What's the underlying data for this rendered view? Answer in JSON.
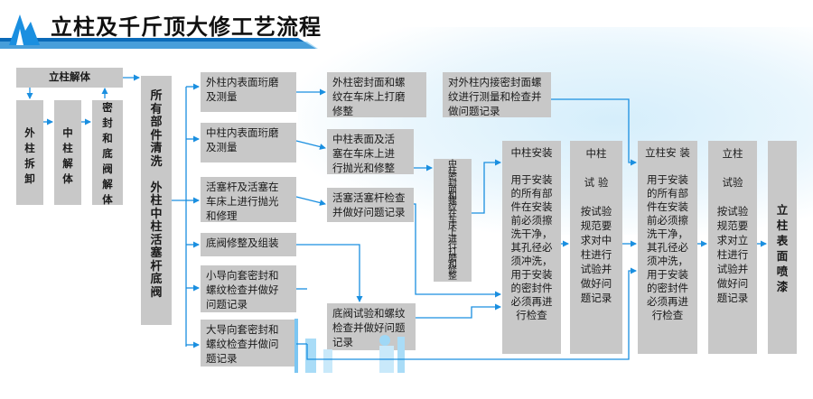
{
  "title": "立柱及千斤顶大修工艺流程",
  "boxes": {
    "lizhu_jieti": "立柱解体",
    "waizhu_chaixie": "外\n柱\n拆\n卸",
    "zhongzhu_jieti": "中\n柱\n解\n体",
    "mifeng_difa": "密\n封\n和\n底\n阀\n解\n体",
    "qingxi_group": "所\n有\n部\n件\n清\n洗\n\n外\n柱\n中\n柱\n活\n塞\n杆\n底\n阀",
    "waizhu_neibiaomian": "外柱内表面珩磨\n及测量",
    "zhongzhu_neibiaomian": "中柱内表面珩磨\n及测量",
    "huosaigan": "活塞杆及活塞在\n车床上进行抛光\n和修理",
    "difa_xiuzheng": "底阀修整及组装",
    "xiaodaoxiang": "小导向套密封和\n螺纹检查并做好\n问题记录",
    "dadaoxiang": "大导向套密封和\n螺纹检查并做问\n题记录",
    "waizhu_mifengmian": "外柱密封面和螺\n纹在车床上打磨\n修整",
    "zhongzhu_biaomian": "中柱表面及活\n塞在车床上进\n行抛光和修整",
    "huosaigan_jiancha": "活塞活塞杆检查\n并做好问题记录",
    "difa_shiyan": "底阀试验和螺纹\n检查并做好问题\n记录",
    "dui_waizhu": "对外柱内接密封面螺\n纹进行测量和检查并\n做问题记录",
    "zhongzhu_mifengmian": "中\n柱\n密\n封\n面\n和\n螺\n纹\n在\n车\n床\n上\n进\n行\n打\n磨\n和\n修\n整",
    "zhongzhu_anzhuang": "中柱安装\n\n用于安装\n的所有部\n件在安装\n前必须擦\n洗干净，\n其孔径必\n须冲洗，\n用于安装\n的密封件\n必须再进\n行检查",
    "zhongzhu_shiyan": "中柱\n\n试  验\n\n按试验\n规范要\n求对中\n柱进行\n试验并\n做好问\n题记录",
    "lizhu_anzhuang": "立柱安 装\n\n用于安装\n的所有部\n件在安装\n前必须擦\n洗干净，\n其孔径必\n须冲洗，\n用于安装\n的密封件\n必须再进\n行检查",
    "lizhu_shiyan": "立柱\n\n试验\n\n按试验\n规范要\n求对立\n柱进行\n试验并\n做好问\n题记录",
    "biaomian_penqi": "立\n柱\n表\n面\n喷\n漆"
  },
  "colors": {
    "box": "#c8c8c8",
    "arrow": "#1a8fe0",
    "title": "#101010",
    "logo": "#1a8fe0"
  }
}
